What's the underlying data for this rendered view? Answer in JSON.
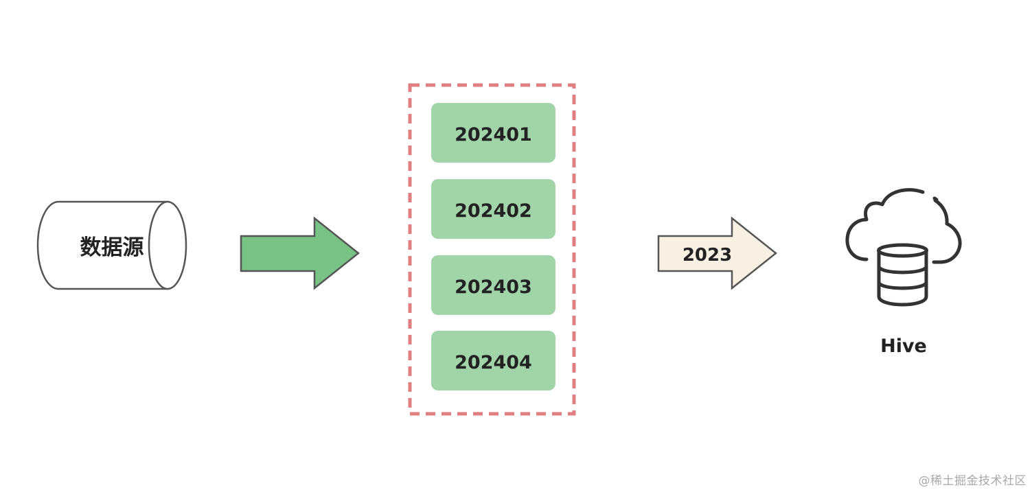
{
  "source": {
    "label": "数据源",
    "icon": "cylinder-icon"
  },
  "arrow_main": {
    "icon": "arrow-right-icon",
    "color": "#77c284"
  },
  "partitions": {
    "border_color": "#e07f81",
    "fill_color": "#a1d4a9",
    "items": [
      {
        "label": "202401"
      },
      {
        "label": "202402"
      },
      {
        "label": "202403"
      },
      {
        "label": "202404"
      }
    ]
  },
  "arrow_year": {
    "label": "2023",
    "icon": "arrow-right-icon",
    "color": "#f8f0e2"
  },
  "target": {
    "label": "Hive",
    "icon": "cloud-database-icon"
  },
  "watermark": {
    "text": "@稀土掘金技术社区"
  }
}
